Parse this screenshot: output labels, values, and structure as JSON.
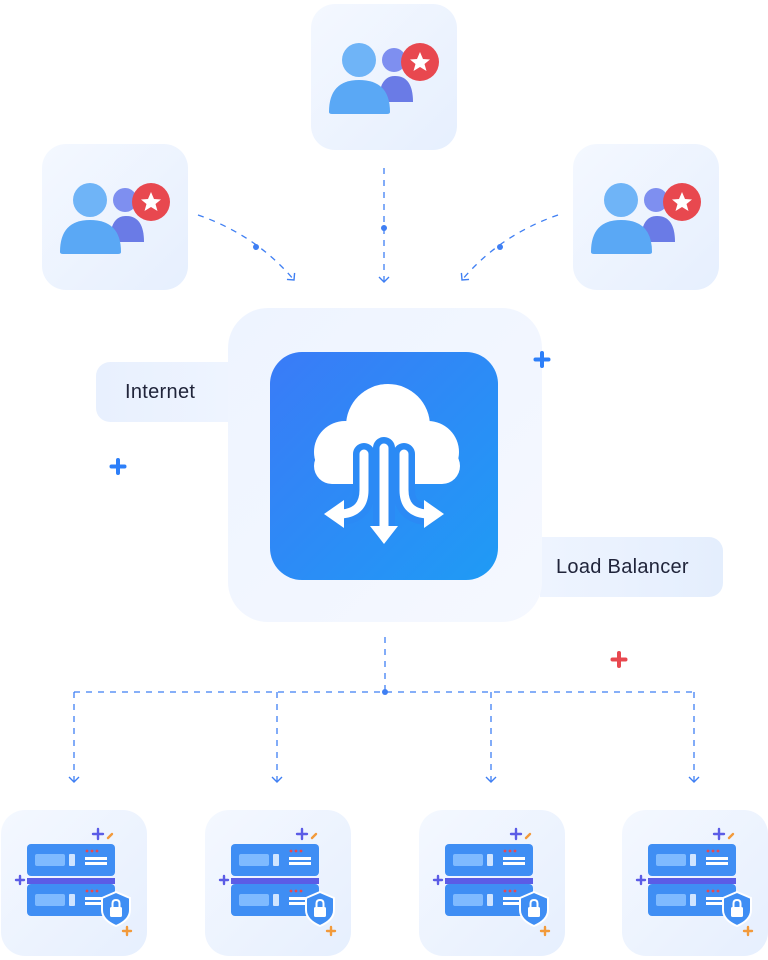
{
  "diagram": {
    "labels": {
      "internet": "Internet",
      "load_balancer": "Load Balancer"
    },
    "nodes": {
      "users": [
        {
          "id": "user-group-top",
          "icon": "user-group-star-icon"
        },
        {
          "id": "user-group-left",
          "icon": "user-group-star-icon"
        },
        {
          "id": "user-group-right",
          "icon": "user-group-star-icon"
        }
      ],
      "load_balancer": {
        "icon": "cloud-split-arrows-icon"
      },
      "servers": [
        {
          "id": "server-1",
          "icon": "secure-server-icon"
        },
        {
          "id": "server-2",
          "icon": "secure-server-icon"
        },
        {
          "id": "server-3",
          "icon": "secure-server-icon"
        },
        {
          "id": "server-4",
          "icon": "secure-server-icon"
        }
      ]
    },
    "colors": {
      "accent_blue": "#3a7bf7",
      "accent_cyan": "#1f9bf5",
      "star_badge": "#e8484f",
      "plus_blue": "#2d7ff9",
      "plus_red": "#e8484f",
      "connector": "#3f7ff3"
    }
  }
}
